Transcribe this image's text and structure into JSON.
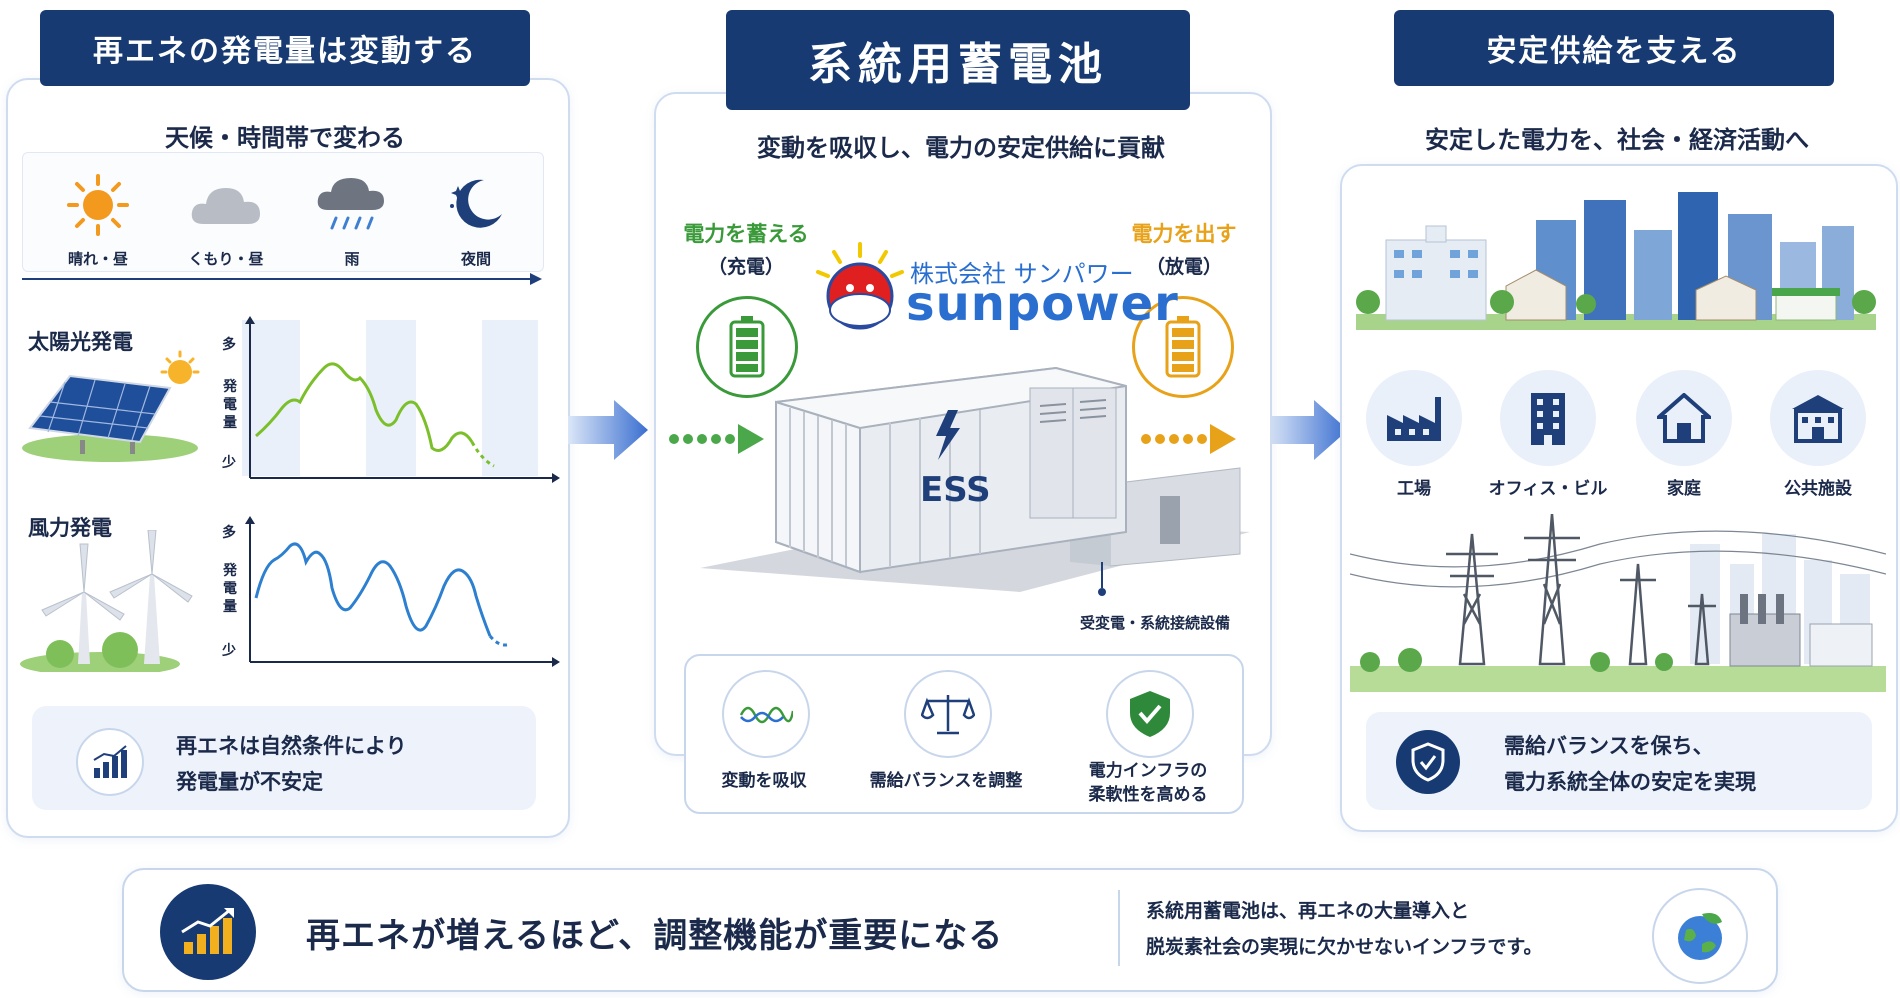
{
  "left": {
    "header": "再エネの発電量は変動する",
    "subtitle": "天候・時間帯で変わる",
    "weather": [
      "晴れ・昼",
      "くもり・昼",
      "雨",
      "夜間"
    ],
    "solar_label": "太陽光発電",
    "wind_label": "風力発電",
    "axis_high": "多",
    "axis_mid": "発電量",
    "axis_low": "少",
    "note_line1": "再エネは自然条件により",
    "note_line2": "発電量が不安定"
  },
  "center": {
    "header": "系統用蓄電池",
    "subtitle": "変動を吸収し、電力の安定供給に貢献",
    "charge_title": "電力を蓄える",
    "charge_sub": "（充電）",
    "discharge_title": "電力を出す",
    "discharge_sub": "（放電）",
    "company_jp": "株式会社 サンパワー",
    "company_en": "sunpower",
    "container_label": "ESS",
    "substation_label": "受変電・系統接続設備",
    "functions": [
      "変動を吸収",
      "需給バランスを調整"
    ],
    "function3_line1": "電力インフラの",
    "function3_line2": "柔軟性を高める"
  },
  "right": {
    "header": "安定供給を支える",
    "subtitle": "安定した電力を、社会・経済活動へ",
    "users": [
      "工場",
      "オフィス・ビル",
      "家庭",
      "公共施設"
    ],
    "note_line1": "需給バランスを保ち、",
    "note_line2": "電力系統全体の安定を実現"
  },
  "bottom": {
    "headline": "再エネが増えるほど、調整機能が重要になる",
    "desc_line1": "系統用蓄電池は、再エネの大量導入と",
    "desc_line2": "脱炭素社会の実現に欠かせないインフラです。"
  },
  "colors": {
    "navy": "#173a72",
    "green": "#3a9a3a",
    "orange": "#e8a21a",
    "solar_line": "#7bbf2a",
    "wind_line": "#2d7fd0"
  }
}
